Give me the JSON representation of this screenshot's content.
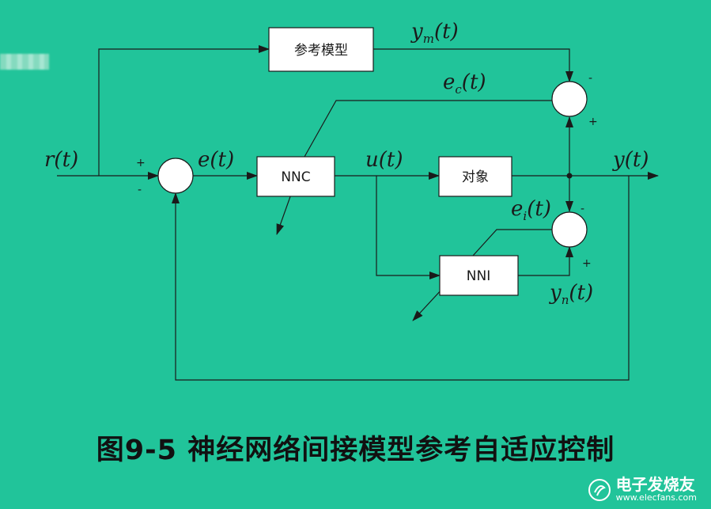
{
  "blocks": {
    "reference_model": "参考模型",
    "nnc": "NNC",
    "plant": "对象",
    "nni": "NNI"
  },
  "signals": {
    "r": "r(t)",
    "e": "e(t)",
    "u": "u(t)",
    "y": "y(t)",
    "ym": "y",
    "ym_sub": "m",
    "ec": "e",
    "ec_sub": "c",
    "ei": "e",
    "ei_sub": "i",
    "yn": "y",
    "yn_sub": "n",
    "t_arg": "(t)"
  },
  "signs": {
    "plus": "+",
    "minus": "-"
  },
  "caption": "图9-5  神经网络间接模型参考自适应控制",
  "watermark": {
    "title": "电子发烧友",
    "url": "www.elecfans.com"
  },
  "colors": {
    "background": "#21c49a",
    "line": "#1a1a1a",
    "block_fill": "#ffffff"
  }
}
